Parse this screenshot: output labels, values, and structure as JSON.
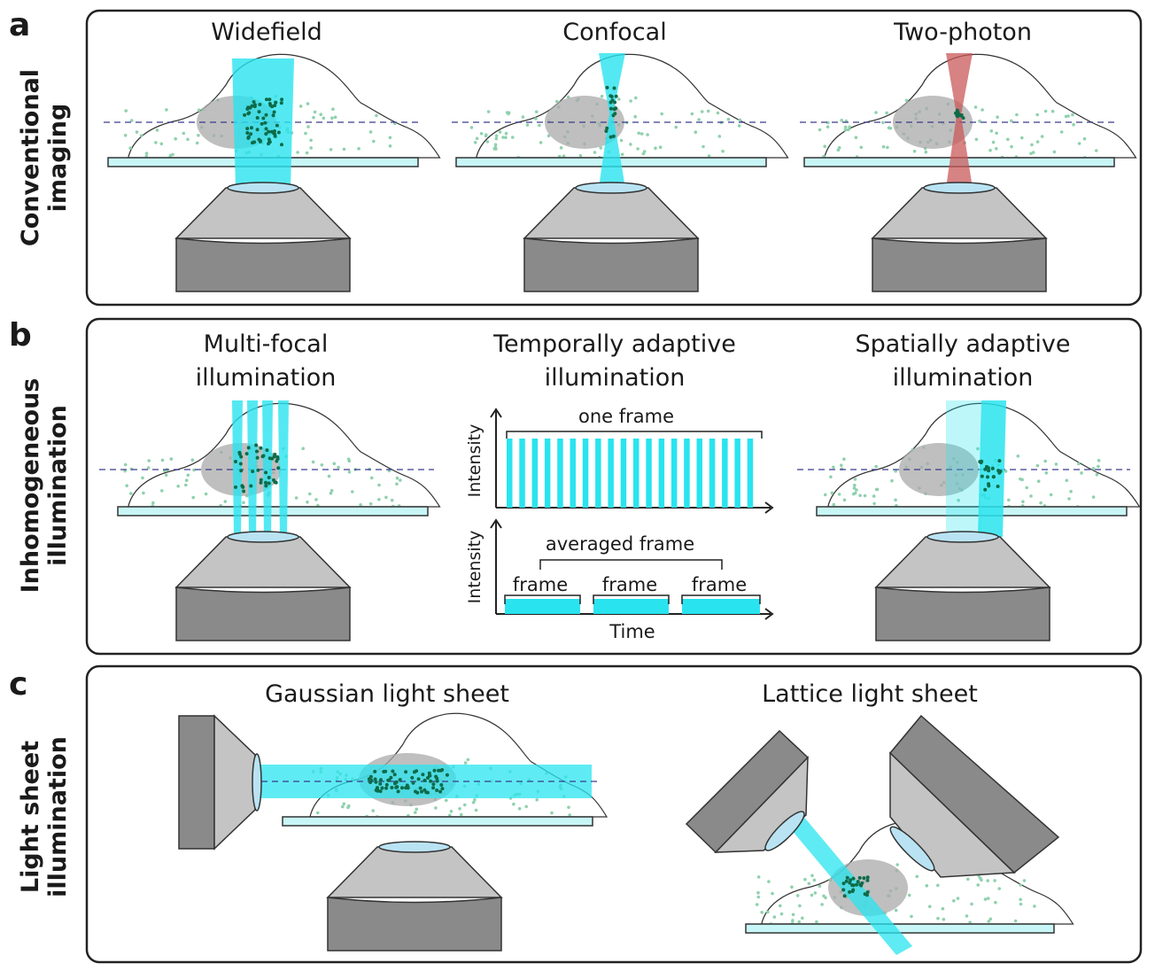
{
  "panels": {
    "a": {
      "letter": "a",
      "row_label_1": "Conventional",
      "row_label_2": "imaging",
      "titles": [
        "Widefield",
        "Confocal",
        "Two-photon"
      ]
    },
    "b": {
      "letter": "b",
      "row_label_1": "Inhomogeneous",
      "row_label_2": "illumination",
      "multi_focal_1": "Multi-focal",
      "multi_focal_2": "illumination",
      "temporal_1": "Temporally adaptive",
      "temporal_2": "illumination",
      "spatial_1": "Spatially adaptive",
      "spatial_2": "illumination",
      "one_frame": "one frame",
      "averaged_frame": "averaged frame",
      "frame_labels": [
        "frame",
        "frame",
        "frame"
      ],
      "y_axis": "Intensity",
      "x_axis": "Time"
    },
    "c": {
      "letter": "c",
      "row_label_1": "Light sheet",
      "row_label_2": "illumination",
      "titles": [
        "Gaussian light sheet",
        "Lattice light sheet"
      ]
    }
  },
  "colors": {
    "beam": "#29e4ef",
    "red_beam": "#c9585a",
    "slide": "#c8f6f7",
    "nucleus": "#a9a9a9",
    "dots_light": "#8fd1ad",
    "dots_dark": "#0d6b49",
    "objective_top": "#c4c4c4",
    "objective_body": "#8a8a8a",
    "lens": "#b9e3f3",
    "focal_plane": "#3b3b8a"
  }
}
